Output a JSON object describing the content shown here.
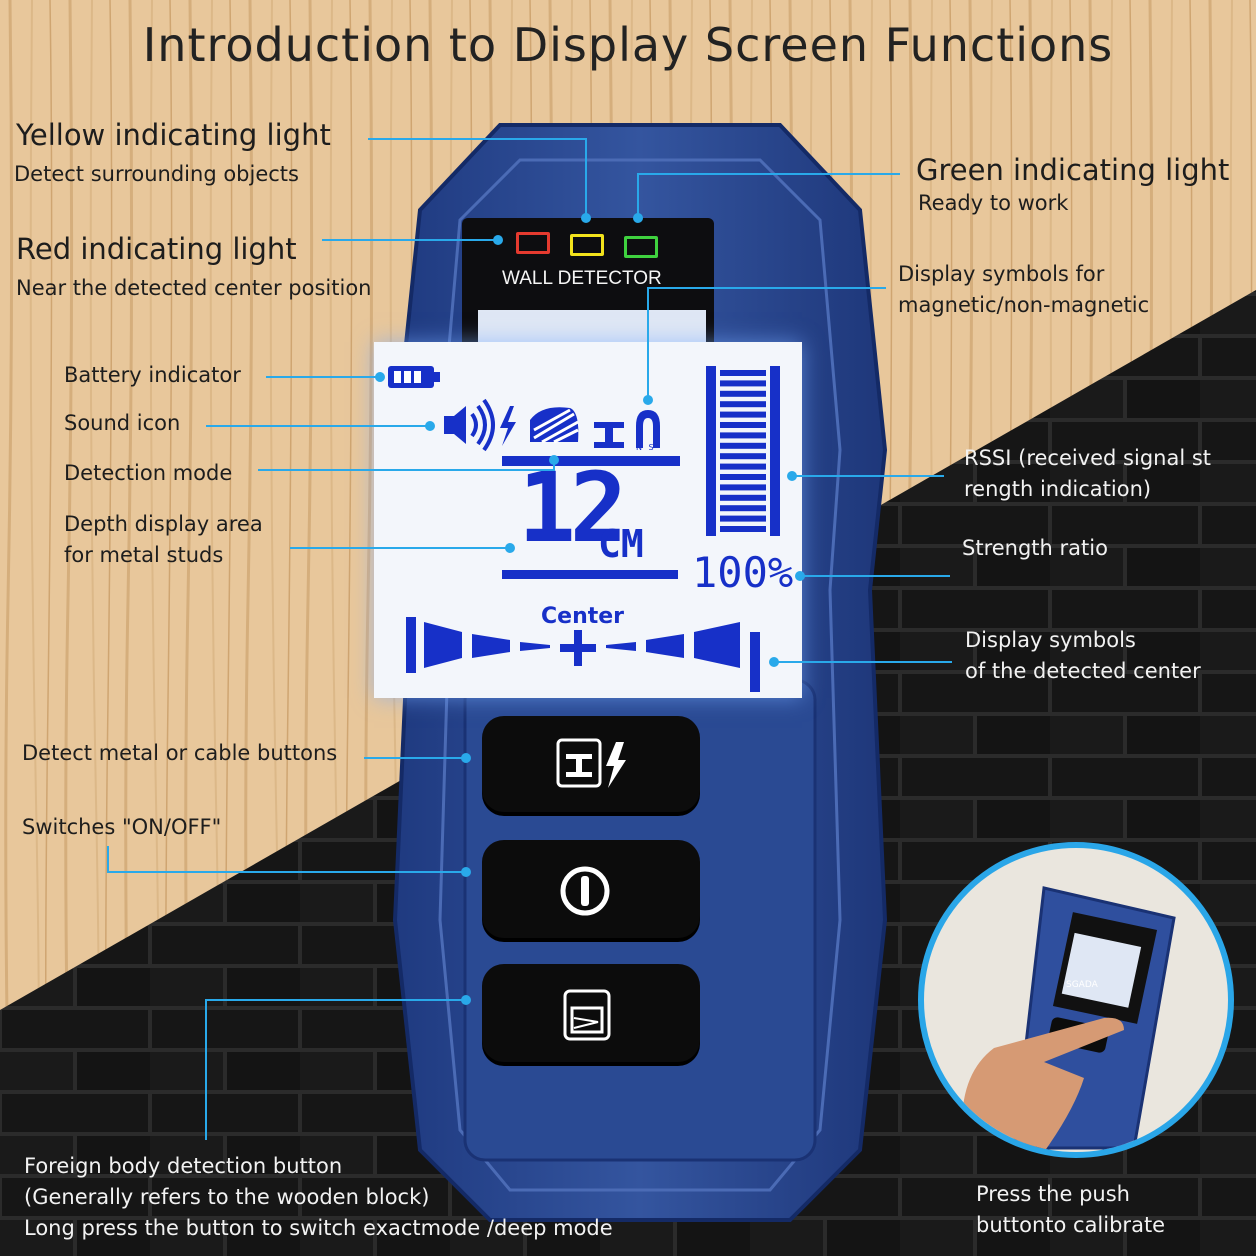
{
  "title": "Introduction to Display Screen Functions",
  "labels": {
    "yellow_light": {
      "title": "Yellow indicating light",
      "desc": "Detect surrounding objects"
    },
    "green_light": {
      "title": "Green indicating light",
      "desc": "Ready to work"
    },
    "red_light": {
      "title": "Red indicating light",
      "desc": "Near the detected center position"
    },
    "magnetic": {
      "line1": "Display symbols for",
      "line2": "magnetic/non-magnetic"
    },
    "battery": "Battery indicator",
    "sound": "Sound icon",
    "detection_mode": "Detection mode",
    "depth": {
      "line1": "Depth display area",
      "line2": "for metal studs"
    },
    "rssi": {
      "line1": "RSSI (received signal st",
      "line2": "rength indication)"
    },
    "strength": "Strength ratio",
    "center_symbols": {
      "line1": "Display symbols",
      "line2": "of the detected center"
    },
    "metal_cable_buttons": "Detect metal or cable buttons",
    "switch": "Switches \"ON/OFF\"",
    "foreign_body": {
      "line1": "Foreign body detection button",
      "line2": "(Generally refers to the wooden block)",
      "line3": "Long press the button to switch exactmode /deep mode"
    },
    "calibrate": {
      "line1": "Press the push",
      "line2": "buttonto calibrate"
    }
  },
  "device": {
    "brand_text": "WALL DETECTOR",
    "lcd": {
      "depth_value": "12",
      "depth_unit": "CM",
      "strength_value": "100%",
      "center_label": "Center",
      "magnet_poles": "N S"
    },
    "leds": {
      "red": "#e53a2f",
      "yellow": "#f2e21c",
      "green": "#3fd13f"
    },
    "inset_brand": "SGADA"
  },
  "colors": {
    "device_body": "#2f4f9e",
    "lcd_segment": "#1730c8",
    "callout_line": "#29a9ea"
  }
}
